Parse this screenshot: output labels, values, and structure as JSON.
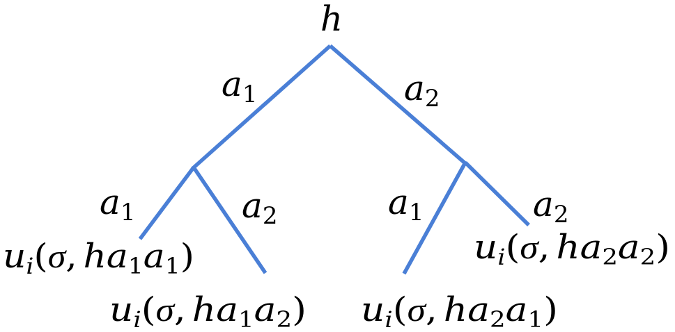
{
  "colors": {
    "edge": "#4a7fd6",
    "text": "#000000",
    "background": "#ffffff"
  },
  "tree": {
    "root": {
      "label": "h"
    },
    "level1": [
      {
        "edge_label": {
          "var": "a",
          "sub": "1"
        }
      },
      {
        "edge_label": {
          "var": "a",
          "sub": "2"
        }
      }
    ],
    "leaves": [
      {
        "edge_label": {
          "var": "a",
          "sub": "1"
        },
        "utility": {
          "u": "u",
          "i": "i",
          "open": "(",
          "sigma": "σ",
          "comma": ",",
          "h": "h",
          "a1": "a",
          "s1": "1",
          "a2": "a",
          "s2": "1",
          "close": ")"
        }
      },
      {
        "edge_label": {
          "var": "a",
          "sub": "2"
        },
        "utility": {
          "u": "u",
          "i": "i",
          "open": "(",
          "sigma": "σ",
          "comma": ",",
          "h": "h",
          "a1": "a",
          "s1": "1",
          "a2": "a",
          "s2": "2",
          "close": ")"
        }
      },
      {
        "edge_label": {
          "var": "a",
          "sub": "1"
        },
        "utility": {
          "u": "u",
          "i": "i",
          "open": "(",
          "sigma": "σ",
          "comma": ",",
          "h": "h",
          "a1": "a",
          "s1": "2",
          "a2": "a",
          "s2": "1",
          "close": ")"
        }
      },
      {
        "edge_label": {
          "var": "a",
          "sub": "2"
        },
        "utility": {
          "u": "u",
          "i": "i",
          "open": "(",
          "sigma": "σ",
          "comma": ",",
          "h": "h",
          "a1": "a",
          "s1": "2",
          "a2": "a",
          "s2": "2",
          "close": ")"
        }
      }
    ]
  }
}
